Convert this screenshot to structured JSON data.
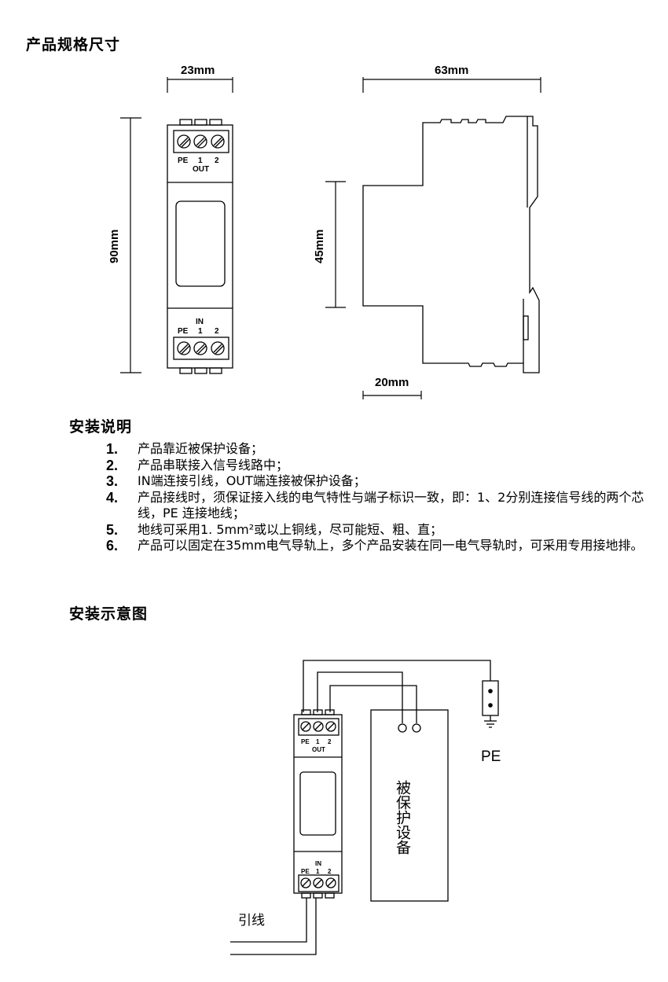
{
  "sections": {
    "spec_title": "产品规格尺寸",
    "install_title": "安装说明",
    "diagram_title": "安装示意图"
  },
  "dims": {
    "front_width": "23mm",
    "side_width": "63mm",
    "height": "90mm",
    "rail_height": "45mm",
    "rail_depth": "20mm"
  },
  "terminals": {
    "pe": "PE",
    "t1": "1",
    "t2": "2",
    "out": "OUT",
    "in": "IN"
  },
  "steps": [
    {
      "num": "1.",
      "text": "产品靠近被保护设备；"
    },
    {
      "num": "2.",
      "text": "产品串联接入信号线路中；"
    },
    {
      "num": "3.",
      "text": "IN端连接引线，OUT端连接被保护设备；"
    },
    {
      "num": "4.",
      "text": "产品接线时，须保证接入线的电气特性与端子标识一致，即：1、2分别连接信号线的两个芯线，PE 连接地线；"
    },
    {
      "num": "5.",
      "text": "地线可采用1. 5mm²或以上铜线，尽可能短、粗、直；"
    },
    {
      "num": "6.",
      "text": "产品可以固定在35mm电气导轨上，多个产品安装在同一电气导轨时，可采用专用接地排。"
    }
  ],
  "wiring": {
    "device_label": "被保护设备",
    "pe_label": "PE",
    "lead_label": "引线"
  }
}
